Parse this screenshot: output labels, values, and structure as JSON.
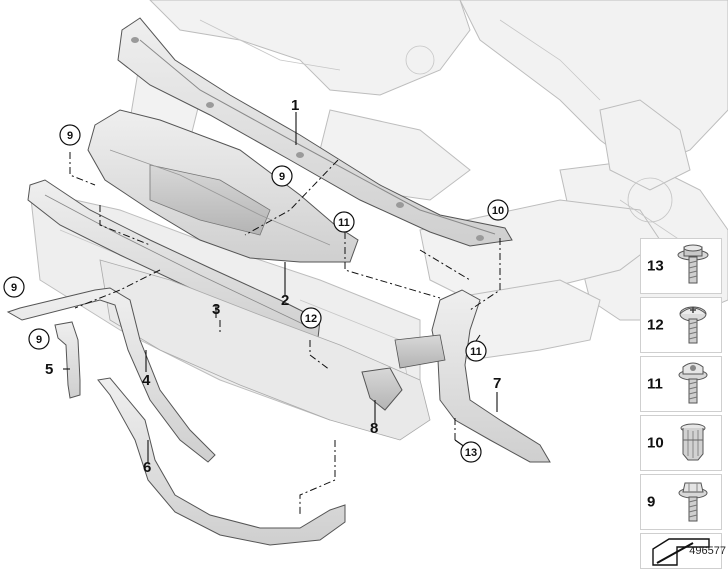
{
  "diagram": {
    "part_callouts": [
      "1",
      "2",
      "3",
      "4",
      "5",
      "6",
      "7",
      "8"
    ],
    "circled_callouts": {
      "c9a": "9",
      "c9b": "9",
      "c9c": "9",
      "c9d": "9",
      "c10": "10",
      "c11a": "11",
      "c11b": "11",
      "c12": "12",
      "c13": "13"
    }
  },
  "legend": {
    "items": [
      {
        "label": "13",
        "icon": "flange-bolt-icon"
      },
      {
        "label": "12",
        "icon": "torx-pan-screw-icon"
      },
      {
        "label": "11",
        "icon": "collar-screw-icon"
      },
      {
        "label": "10",
        "icon": "expansion-nut-icon"
      },
      {
        "label": "9",
        "icon": "hex-bolt-icon"
      }
    ],
    "direction_icon": "front-direction-arrow-icon"
  },
  "reference_number": "496577",
  "colors": {
    "background": "#ffffff",
    "part": "#e3e3e3",
    "line": "#111111",
    "ghost": "#bdbdbd"
  }
}
